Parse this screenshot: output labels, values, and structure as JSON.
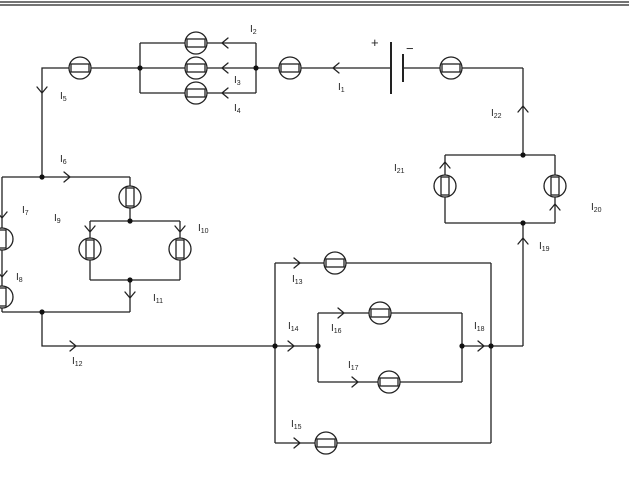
{
  "battery": {
    "plus_sign": "+",
    "minus_sign": "−"
  },
  "labels": [
    {
      "id": "I1",
      "base": "I",
      "sub": "1"
    },
    {
      "id": "I2",
      "base": "I",
      "sub": "2"
    },
    {
      "id": "I3",
      "base": "I",
      "sub": "3"
    },
    {
      "id": "I4",
      "base": "I",
      "sub": "4"
    },
    {
      "id": "I5",
      "base": "I",
      "sub": "5"
    },
    {
      "id": "I6",
      "base": "I",
      "sub": "6"
    },
    {
      "id": "I7",
      "base": "I",
      "sub": "7"
    },
    {
      "id": "I8",
      "base": "I",
      "sub": "8"
    },
    {
      "id": "I9",
      "base": "I",
      "sub": "9"
    },
    {
      "id": "I10",
      "base": "I",
      "sub": "10"
    },
    {
      "id": "I11",
      "base": "I",
      "sub": "11"
    },
    {
      "id": "I12",
      "base": "I",
      "sub": "12"
    },
    {
      "id": "I13",
      "base": "I",
      "sub": "13"
    },
    {
      "id": "I14",
      "base": "I",
      "sub": "14"
    },
    {
      "id": "I15",
      "base": "I",
      "sub": "15"
    },
    {
      "id": "I16",
      "base": "I",
      "sub": "16"
    },
    {
      "id": "I17",
      "base": "I",
      "sub": "17"
    },
    {
      "id": "I18",
      "base": "I",
      "sub": "18"
    },
    {
      "id": "I19",
      "base": "I",
      "sub": "19"
    },
    {
      "id": "I20",
      "base": "I",
      "sub": "20"
    },
    {
      "id": "I21",
      "base": "I",
      "sub": "21"
    },
    {
      "id": "I22",
      "base": "I",
      "sub": "22"
    }
  ]
}
